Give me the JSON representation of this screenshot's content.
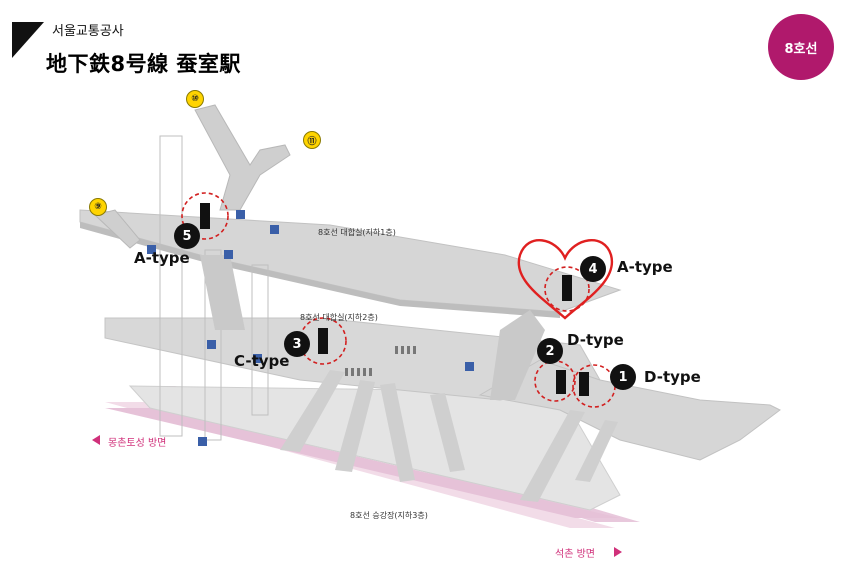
{
  "header": {
    "company": "서울교통공사",
    "title": "地下鉄8号線 蚕室駅",
    "line_badge": "8호선",
    "badge_color": "#b0196c"
  },
  "levels": {
    "b1": "8호선 대합실(지하1층)",
    "b2": "8호선 대합실(지하2층)",
    "b3": "8호선 승강장(지하3층)"
  },
  "directions": {
    "left": "몽촌토성 방면",
    "right": "석촌 방면"
  },
  "exits": [
    "⑩",
    "⑪",
    "⑨"
  ],
  "locations": [
    {
      "number": "1",
      "type": "D-type"
    },
    {
      "number": "2",
      "type": "D-type"
    },
    {
      "number": "3",
      "type": "C-type"
    },
    {
      "number": "4",
      "type": "A-type"
    },
    {
      "number": "5",
      "type": "A-type"
    }
  ],
  "colors": {
    "platform": "#dcdcdc",
    "track": "#e8c5dc",
    "highlight_circle": "#d22020",
    "heart": "#e02020",
    "direction_text": "#d0307a"
  }
}
